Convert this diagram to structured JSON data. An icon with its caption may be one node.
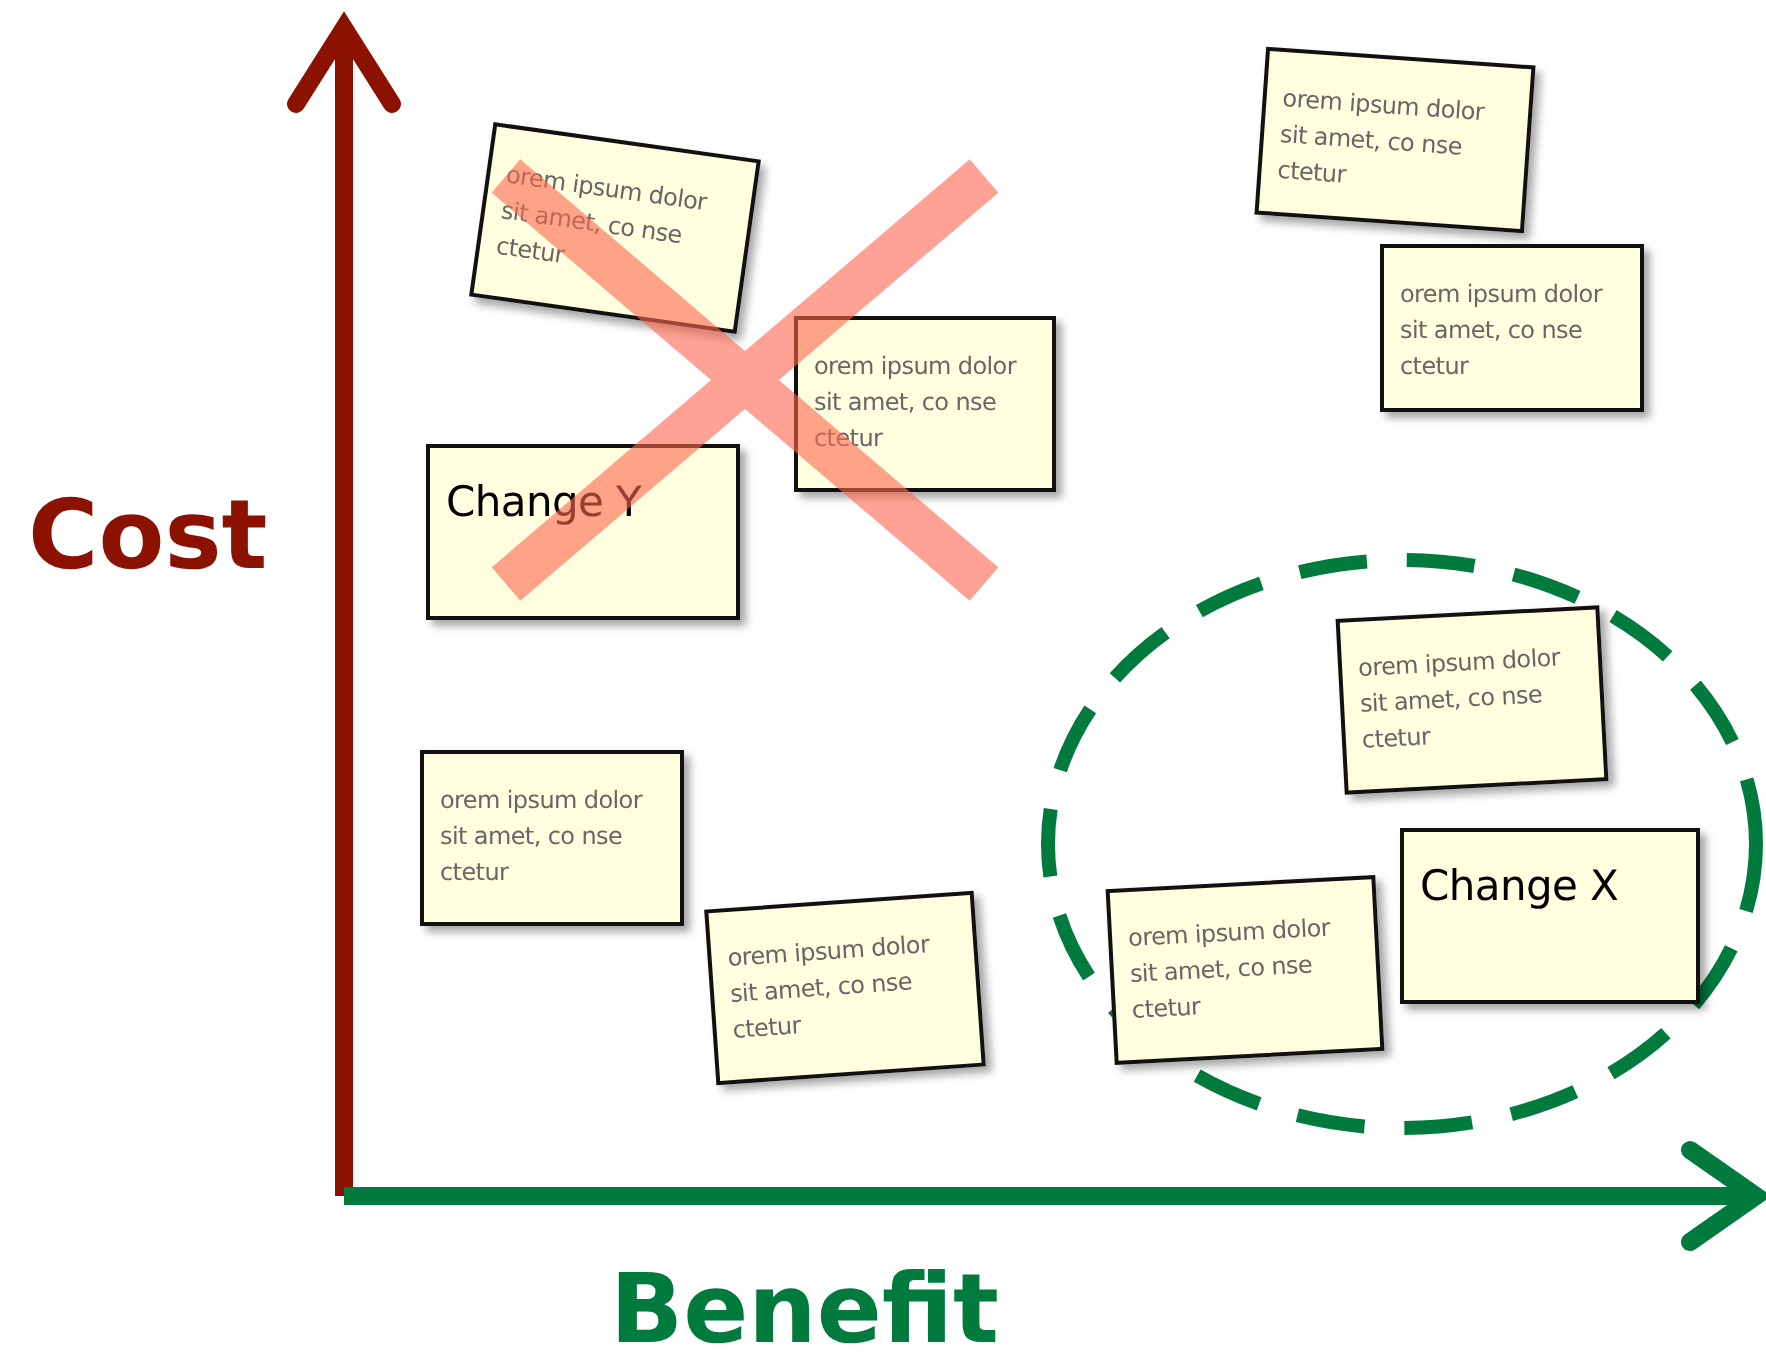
{
  "diagram": {
    "nodes": [
      {
        "text": [
          "orem ipsum dolor sit amet, co nse ctetur"
        ]
      },
      {
        "text": [
          "orem ipsum dolor sit amet, co nse ctetur"
        ]
      },
      {
        "text": [
          "orem ipsum dolor sit amet, co nse ctetur"
        ]
      },
      {
        "text": [
          "orem ipsum dolor sit amet, co nse ctetur"
        ]
      },
      {
        "text": [
          "Change Y"
        ]
      },
      {
        "text": [],
        "shape": "ellipse"
      },
      {
        "text": [
          "orem ipsum dolor sit amet, co nse ctetur"
        ],
        "in": 5
      },
      {
        "text": [
          "orem ipsum dolor sit amet, co nse ctetur"
        ]
      },
      {
        "text": [
          "orem ipsum dolor sit amet, co nse ctetur"
        ],
        "in": 5
      },
      {
        "text": [
          "Change X"
        ],
        "in": 5
      },
      {
        "text": [
          "orem ipsum dolor sit amet, co nse ctetur"
        ]
      }
    ],
    "edges": [],
    "labels": [
      "Cost",
      "Benefit"
    ]
  }
}
